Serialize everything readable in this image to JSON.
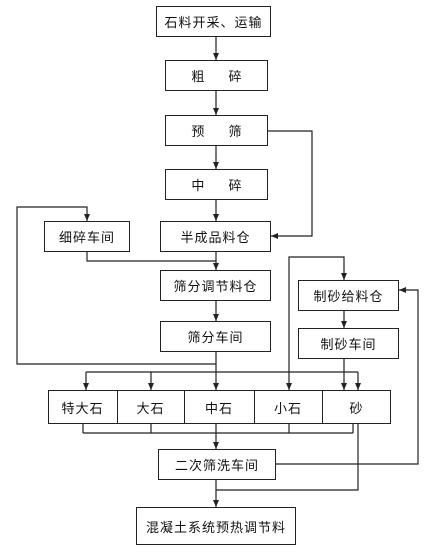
{
  "flowchart": {
    "nodes": {
      "quarry": "石料开采、运输",
      "coarse": "粗 碎",
      "prescreen": "预 筛",
      "medium": "中 碎",
      "fine": "细碎车间",
      "semi_bin": "半成品料仓",
      "screen_bin": "筛分调节料仓",
      "screen_shop": "筛分车间",
      "sand_feed_bin": "制砂给料仓",
      "sand_shop": "制砂车间",
      "products": [
        "特大石",
        "大石",
        "中石",
        "小石",
        "砂"
      ],
      "secondary_screen": "二次筛洗车间",
      "concrete": "混凝土系统预热调节料"
    }
  }
}
